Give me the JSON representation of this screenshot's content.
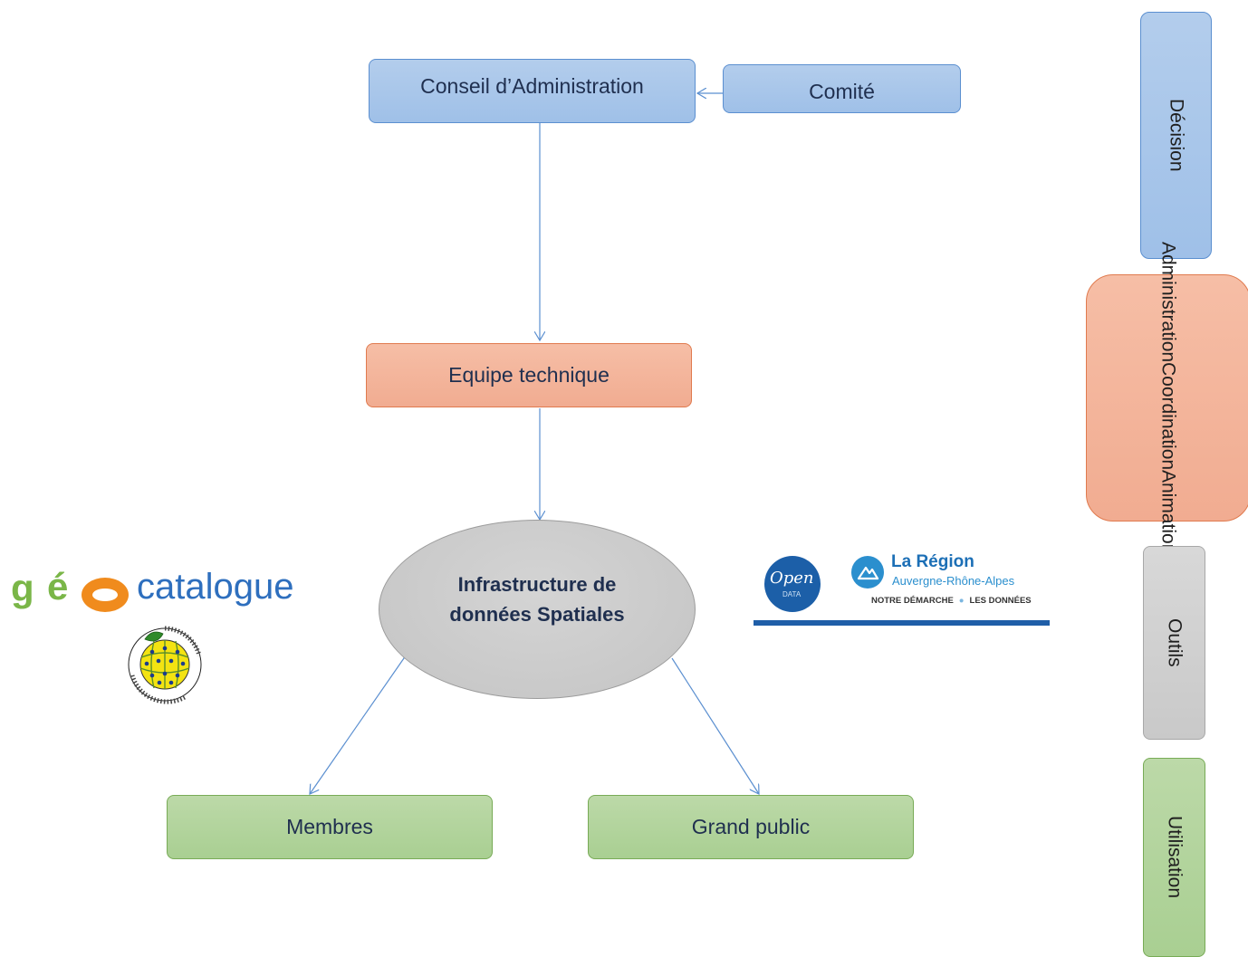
{
  "nodes": {
    "conseil": "Conseil d’Administration",
    "comite": "Comité",
    "equipe": "Equipe technique",
    "ids_line1": "Infrastructure de",
    "ids_line2": "données Spatiales",
    "membres": "Membres",
    "public": "Grand public"
  },
  "categories": {
    "decision": "Décision",
    "admin": [
      "Administration",
      "Coordination",
      "Animation"
    ],
    "outils": "Outils",
    "utilisation": "Utilisation"
  },
  "logos": {
    "geo_g": "g",
    "geo_e": "é",
    "geo_text": "catalogue",
    "inspire": "INSPIRE - Infrastructure for Spatial Information in Europe",
    "opendata_main": "Open",
    "opendata_sub": "DATA",
    "region_name": "La Région",
    "region_sub": "Auvergne-Rhône-Alpes",
    "region_link1": "NOTRE DÉMARCHE",
    "region_link2": "LES DONNÉES"
  },
  "colors": {
    "decision": "#9fc0e8",
    "admin": "#f1ac91",
    "outils": "#c9c9c9",
    "utilisation": "#a9cf92",
    "arrow": "#5b8fd0"
  }
}
